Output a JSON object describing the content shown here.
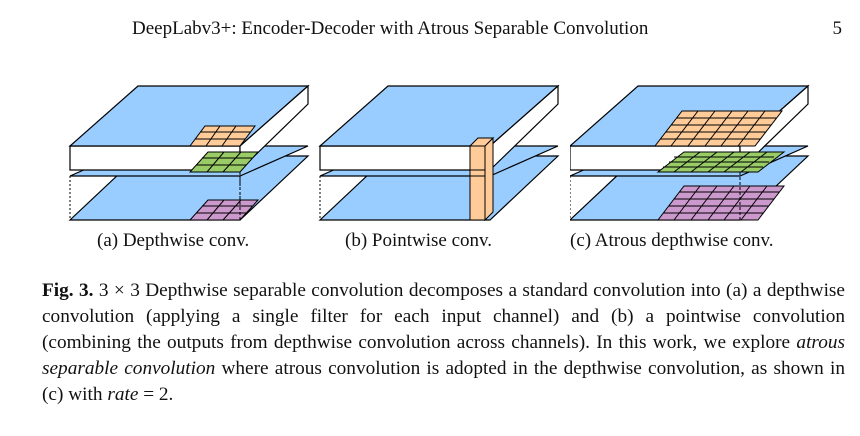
{
  "header": {
    "running_title": "DeepLabv3+: Encoder-Decoder with Atrous Separable Convolution",
    "page_number": "5"
  },
  "figure": {
    "subcaptions": [
      "(a) Depthwise conv.",
      "(b) Pointwise conv.",
      "(c) Atrous depthwise conv."
    ],
    "colors": {
      "layer_fill": "#99ccff",
      "orange": "#ffcc99",
      "green": "#99cc66",
      "purple": "#cc99cc",
      "stroke": "#000000"
    }
  },
  "caption": {
    "label": "Fig. 3.",
    "part1": " 3 × 3 Depthwise separable convolution decomposes a standard convolution into (a) a depthwise convolution (applying a single filter for each input channel) and (b) a pointwise convolution (combining the outputs from depthwise convolution across channels). In this work, we explore ",
    "emph": "atrous separable convolution",
    "part2": " where atrous convolution is adopted in the depthwise convolution, as shown in (c) with ",
    "rate": "rate",
    "part3": " = 2."
  }
}
